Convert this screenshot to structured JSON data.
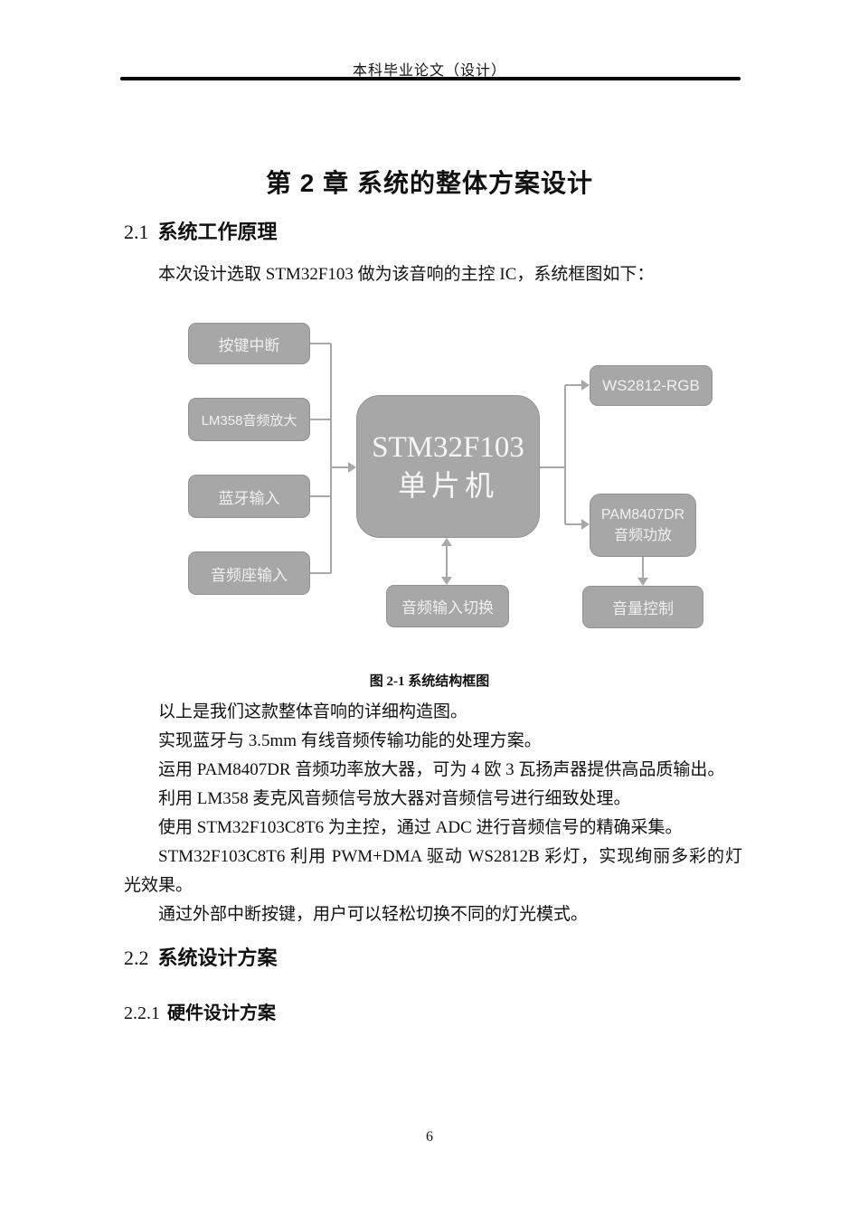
{
  "header": {
    "title": "本科毕业论文（设计）"
  },
  "chapter": {
    "title": "第 2 章 系统的整体方案设计"
  },
  "sections": {
    "s21": {
      "num": "2.1",
      "title": "系统工作原理"
    },
    "s22": {
      "num": "2.2",
      "title": "系统设计方案"
    },
    "s221": {
      "num": "2.2.1",
      "title": "硬件设计方案"
    }
  },
  "intro": "本次设计选取 STM32F103 做为该音响的主控 IC，系统框图如下：",
  "figure": {
    "caption": "图 2-1 系统结构框图",
    "colors": {
      "box_fill": "#a7a7a7",
      "box_border": "#929292",
      "box_text": "#f0f0f0",
      "connector": "#a8a8a8"
    },
    "nodes": {
      "key_interrupt": "按键中断",
      "lm358_amp": "LM358音频放大",
      "bluetooth_in": "蓝牙输入",
      "audio_jack_in": "音频座输入",
      "mcu_line1": "STM32F103",
      "mcu_line2": "单片机",
      "ws2812": "WS2812-RGB",
      "pam_line1": "PAM8407DR",
      "pam_line2": "音频功放",
      "volume_ctrl": "音量控制",
      "audio_switch": "音频输入切换"
    }
  },
  "paragraphs": [
    "以上是我们这款整体音响的详细构造图。",
    "实现蓝牙与 3.5mm 有线音频传输功能的处理方案。",
    "运用 PAM8407DR 音频功率放大器，可为 4 欧 3 瓦扬声器提供高品质输出。",
    "利用 LM358 麦克风音频信号放大器对音频信号进行细致处理。",
    "使用 STM32F103C8T6 为主控，通过 ADC 进行音频信号的精确采集。",
    "STM32F103C8T6 利用 PWM+DMA 驱动 WS2812B 彩灯，实现绚丽多彩的灯光效果。",
    "通过外部中断按键，用户可以轻松切换不同的灯光模式。"
  ],
  "footer": {
    "page_number": "6"
  }
}
